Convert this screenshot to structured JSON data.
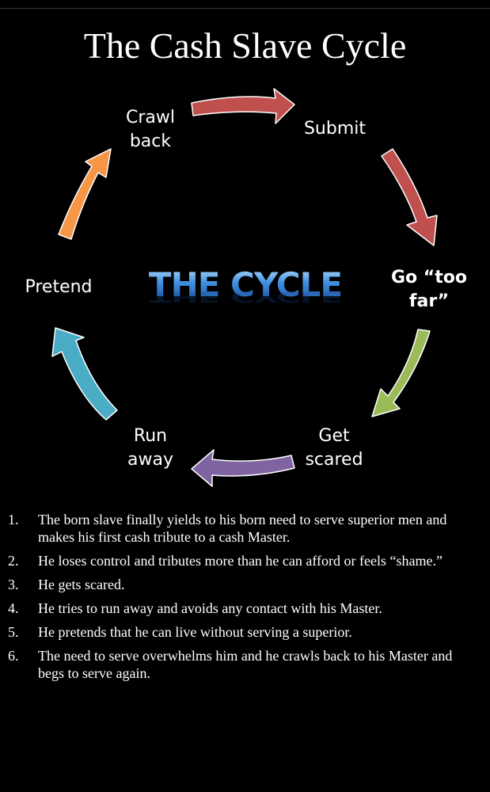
{
  "title": "The Cash Slave Cycle",
  "center": "THE CYCLE",
  "nodes": [
    {
      "id": "submit",
      "lines": [
        "Submit"
      ]
    },
    {
      "id": "go-too-far",
      "lines": [
        "Go “too",
        "far”"
      ]
    },
    {
      "id": "get-scared",
      "lines": [
        "Get",
        "scared"
      ]
    },
    {
      "id": "run-away",
      "lines": [
        "Run",
        "away"
      ]
    },
    {
      "id": "pretend",
      "lines": [
        "Pretend"
      ]
    },
    {
      "id": "crawl-back",
      "lines": [
        "Crawl",
        "back"
      ]
    }
  ],
  "arrow_colors": {
    "crawl_to_submit": "#c0504d",
    "submit_to_far": "#c0504d",
    "far_to_scared": "#9bbb59",
    "scared_to_run": "#8064a2",
    "run_to_pretend": "#4bacc6",
    "pretend_to_crawl": "#f79646"
  },
  "steps": [
    {
      "num": "1.",
      "text": "The born slave finally yields to his born need to serve superior men and makes his first cash tribute to a cash Master."
    },
    {
      "num": "2.",
      "text": "He loses control and tributes more than  he can afford or feels “shame.”"
    },
    {
      "num": "3.",
      "text": "He gets scared."
    },
    {
      "num": "4.",
      "text": "He tries to run away and avoids any contact with his Master."
    },
    {
      "num": "5.",
      "text": "He pretends that he can live without serving a superior."
    },
    {
      "num": "6.",
      "text": "The need to serve overwhelms him and he crawls back to his Master and begs to serve again."
    }
  ]
}
